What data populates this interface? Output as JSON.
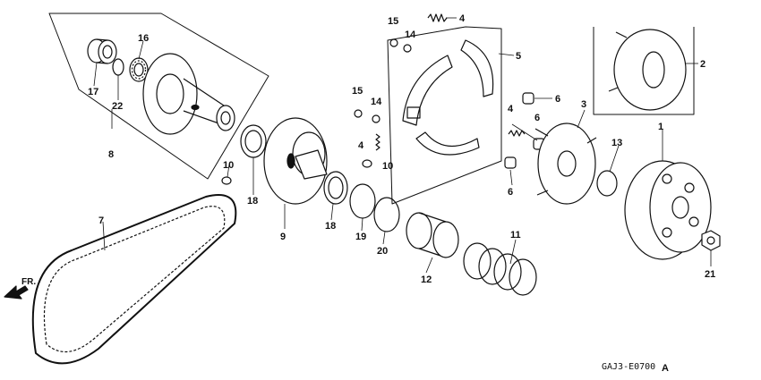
{
  "diagram": {
    "drawing_code": "GAJ3-E0700",
    "drawing_suffix": "A",
    "direction_label": "FR.",
    "callouts": [
      {
        "id": "c1",
        "label": "1"
      },
      {
        "id": "c2",
        "label": "2"
      },
      {
        "id": "c3",
        "label": "3"
      },
      {
        "id": "c4a",
        "label": "4"
      },
      {
        "id": "c4b",
        "label": "4"
      },
      {
        "id": "c4c",
        "label": "4"
      },
      {
        "id": "c5",
        "label": "5"
      },
      {
        "id": "c6a",
        "label": "6"
      },
      {
        "id": "c6b",
        "label": "6"
      },
      {
        "id": "c6c",
        "label": "6"
      },
      {
        "id": "c7",
        "label": "7"
      },
      {
        "id": "c8",
        "label": "8"
      },
      {
        "id": "c9",
        "label": "9"
      },
      {
        "id": "c10a",
        "label": "10"
      },
      {
        "id": "c10b",
        "label": "10"
      },
      {
        "id": "c11",
        "label": "11"
      },
      {
        "id": "c12",
        "label": "12"
      },
      {
        "id": "c13",
        "label": "13"
      },
      {
        "id": "c14a",
        "label": "14"
      },
      {
        "id": "c14b",
        "label": "14"
      },
      {
        "id": "c15a",
        "label": "15"
      },
      {
        "id": "c15b",
        "label": "15"
      },
      {
        "id": "c16",
        "label": "16"
      },
      {
        "id": "c17",
        "label": "17"
      },
      {
        "id": "c18a",
        "label": "18"
      },
      {
        "id": "c18b",
        "label": "18"
      },
      {
        "id": "c19",
        "label": "19"
      },
      {
        "id": "c20",
        "label": "20"
      },
      {
        "id": "c21",
        "label": "21"
      },
      {
        "id": "c22",
        "label": "22"
      }
    ]
  }
}
